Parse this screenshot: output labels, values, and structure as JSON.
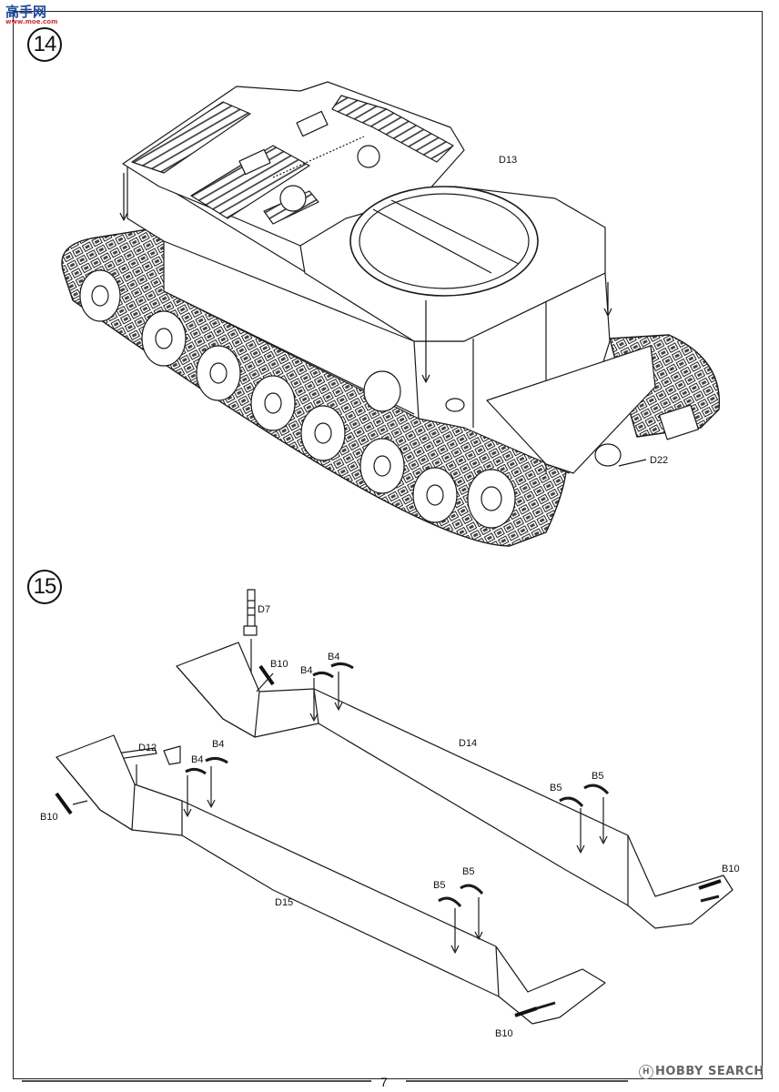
{
  "header": {
    "logo_text": "高手网",
    "logo_sub": "www.moe.com"
  },
  "steps": [
    {
      "number": "14"
    },
    {
      "number": "15"
    }
  ],
  "labels": {
    "d13": "D13",
    "d22": "D22",
    "d7": "D7",
    "b10_a": "B10",
    "b4_a": "B4",
    "b4_b": "B4",
    "d14": "D14",
    "d12": "D12",
    "b4_c": "B4",
    "b4_d": "B4",
    "b10_b": "B10",
    "b5_a": "B5",
    "b5_b": "B5",
    "b10_c": "B10",
    "d15": "D15",
    "b5_c": "B5",
    "b5_d": "B5",
    "b10_d": "B10"
  },
  "footer": {
    "page_number": "7",
    "watermark": "HOBBY SEARCH",
    "watermark_mark": "H"
  }
}
